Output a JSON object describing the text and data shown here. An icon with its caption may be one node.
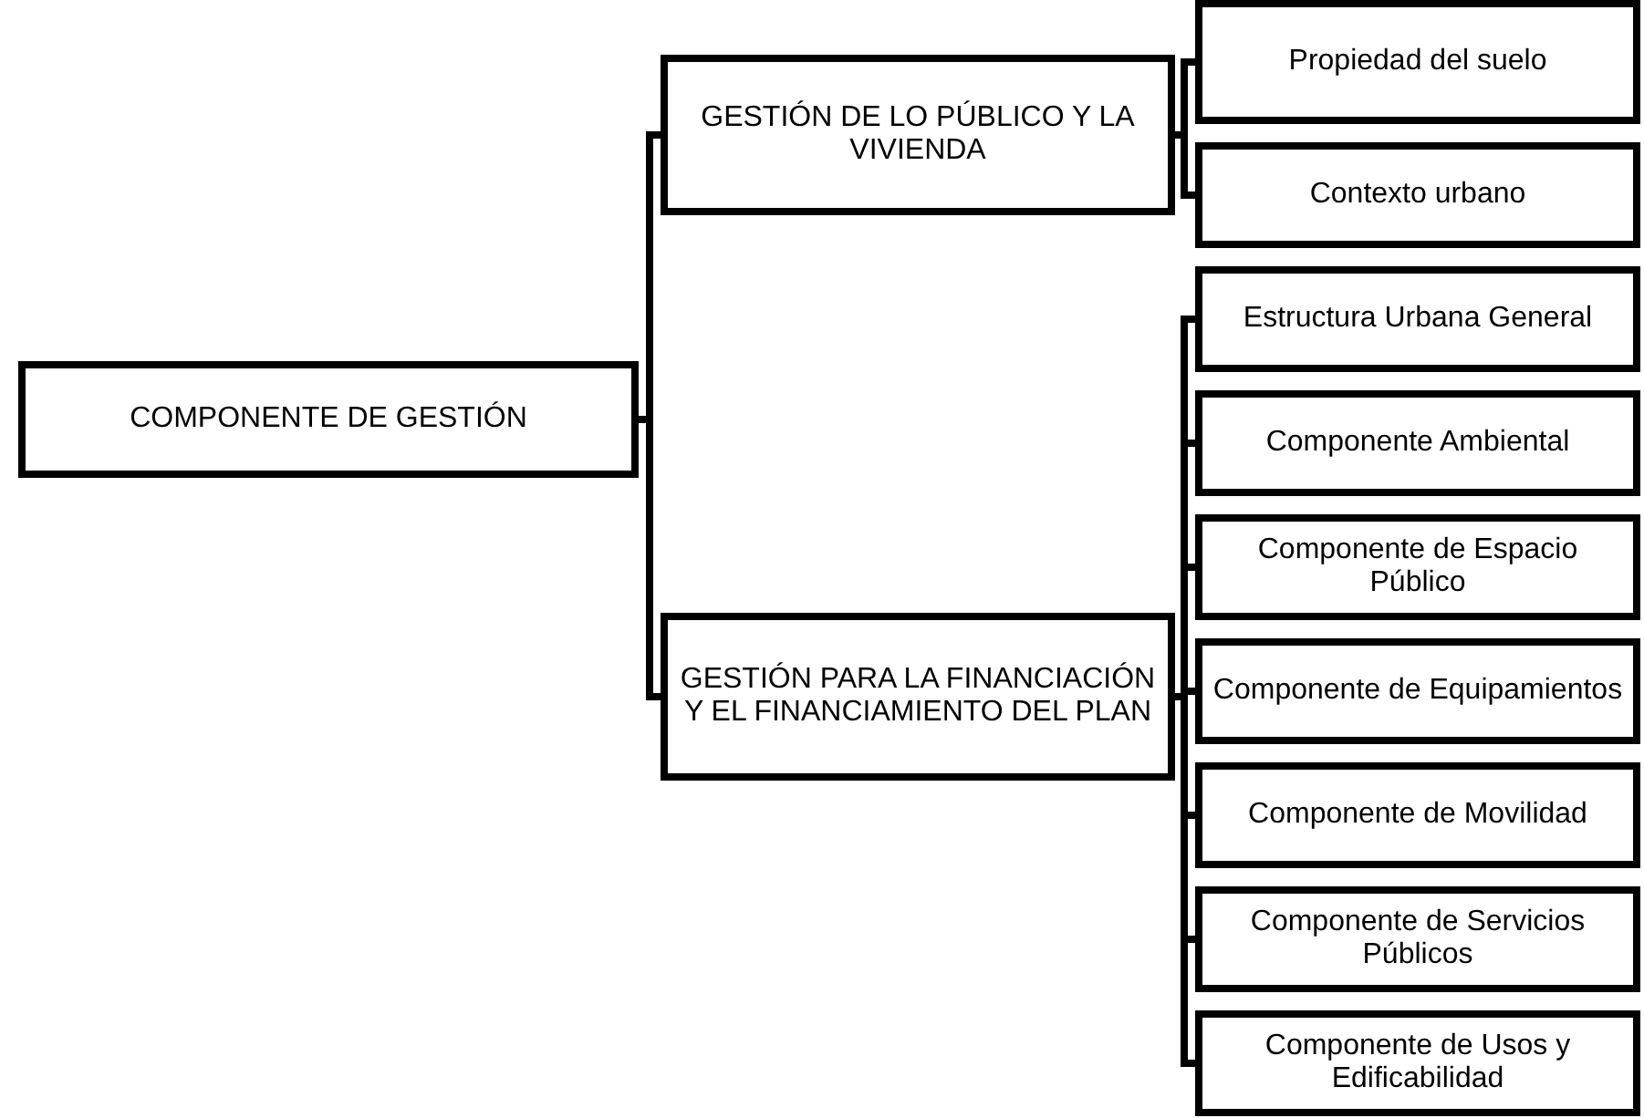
{
  "diagram": {
    "nodes": [
      {
        "text": [
          "COMPONENTE DE GESTIÓN"
        ]
      },
      {
        "text": [
          "GESTIÓN DE LO PÚBLICO Y LA VIVIENDA"
        ]
      },
      {
        "text": [
          "GESTIÓN PARA LA FINANCIACIÓN Y EL FINANCIAMIENTO DEL PLAN"
        ]
      },
      {
        "text": [
          "Propiedad del suelo"
        ]
      },
      {
        "text": [
          "Contexto urbano"
        ]
      },
      {
        "text": [
          "Estructura Urbana General"
        ]
      },
      {
        "text": [
          "Componente Ambiental"
        ]
      },
      {
        "text": [
          "Componente de Espacio Público"
        ]
      },
      {
        "text": [
          "Componente de Equipamientos"
        ]
      },
      {
        "text": [
          "Componente de Movilidad"
        ]
      },
      {
        "text": [
          "Componente de Servicios Públicos"
        ]
      },
      {
        "text": [
          "Componente de Usos y Edificabilidad"
        ]
      }
    ],
    "edges": [
      {
        "from": 0,
        "to": 1,
        "arrow": "none"
      },
      {
        "from": 0,
        "to": 2,
        "arrow": "none"
      },
      {
        "from": 1,
        "to": 3,
        "arrow": "none"
      },
      {
        "from": 1,
        "to": 4,
        "arrow": "none"
      },
      {
        "from": 2,
        "to": 5,
        "arrow": "none"
      },
      {
        "from": 2,
        "to": 6,
        "arrow": "none"
      },
      {
        "from": 2,
        "to": 7,
        "arrow": "none"
      },
      {
        "from": 2,
        "to": 8,
        "arrow": "none"
      },
      {
        "from": 2,
        "to": 9,
        "arrow": "none"
      },
      {
        "from": 2,
        "to": 10,
        "arrow": "none"
      },
      {
        "from": 2,
        "to": 11,
        "arrow": "none"
      }
    ]
  }
}
